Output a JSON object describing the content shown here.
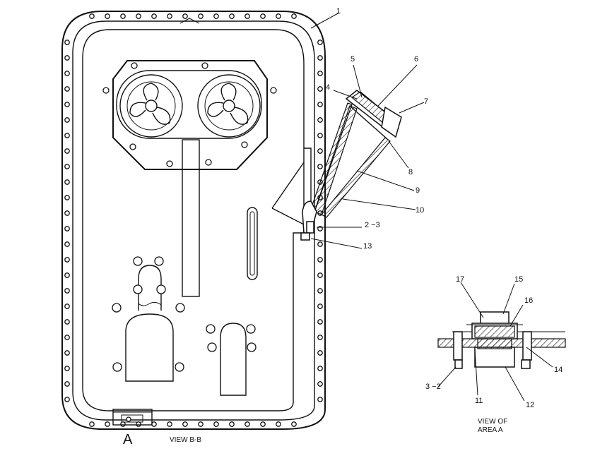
{
  "callouts": {
    "c1": "1",
    "c4": "4",
    "c5": "5",
    "c6": "6",
    "c7": "7",
    "c8": "8",
    "c9": "9",
    "c10": "10",
    "c2_3": "2 −3",
    "c13": "13",
    "c17": "17",
    "c15": "15",
    "c16": "16",
    "c14": "14",
    "c3_2": "3 −2",
    "c11": "11",
    "c12": "12"
  },
  "views": {
    "area_marker": "A",
    "main_view": "VIEW  B-B",
    "detail_view_line1": "VIEW OF",
    "detail_view_line2": "AREA  A"
  }
}
